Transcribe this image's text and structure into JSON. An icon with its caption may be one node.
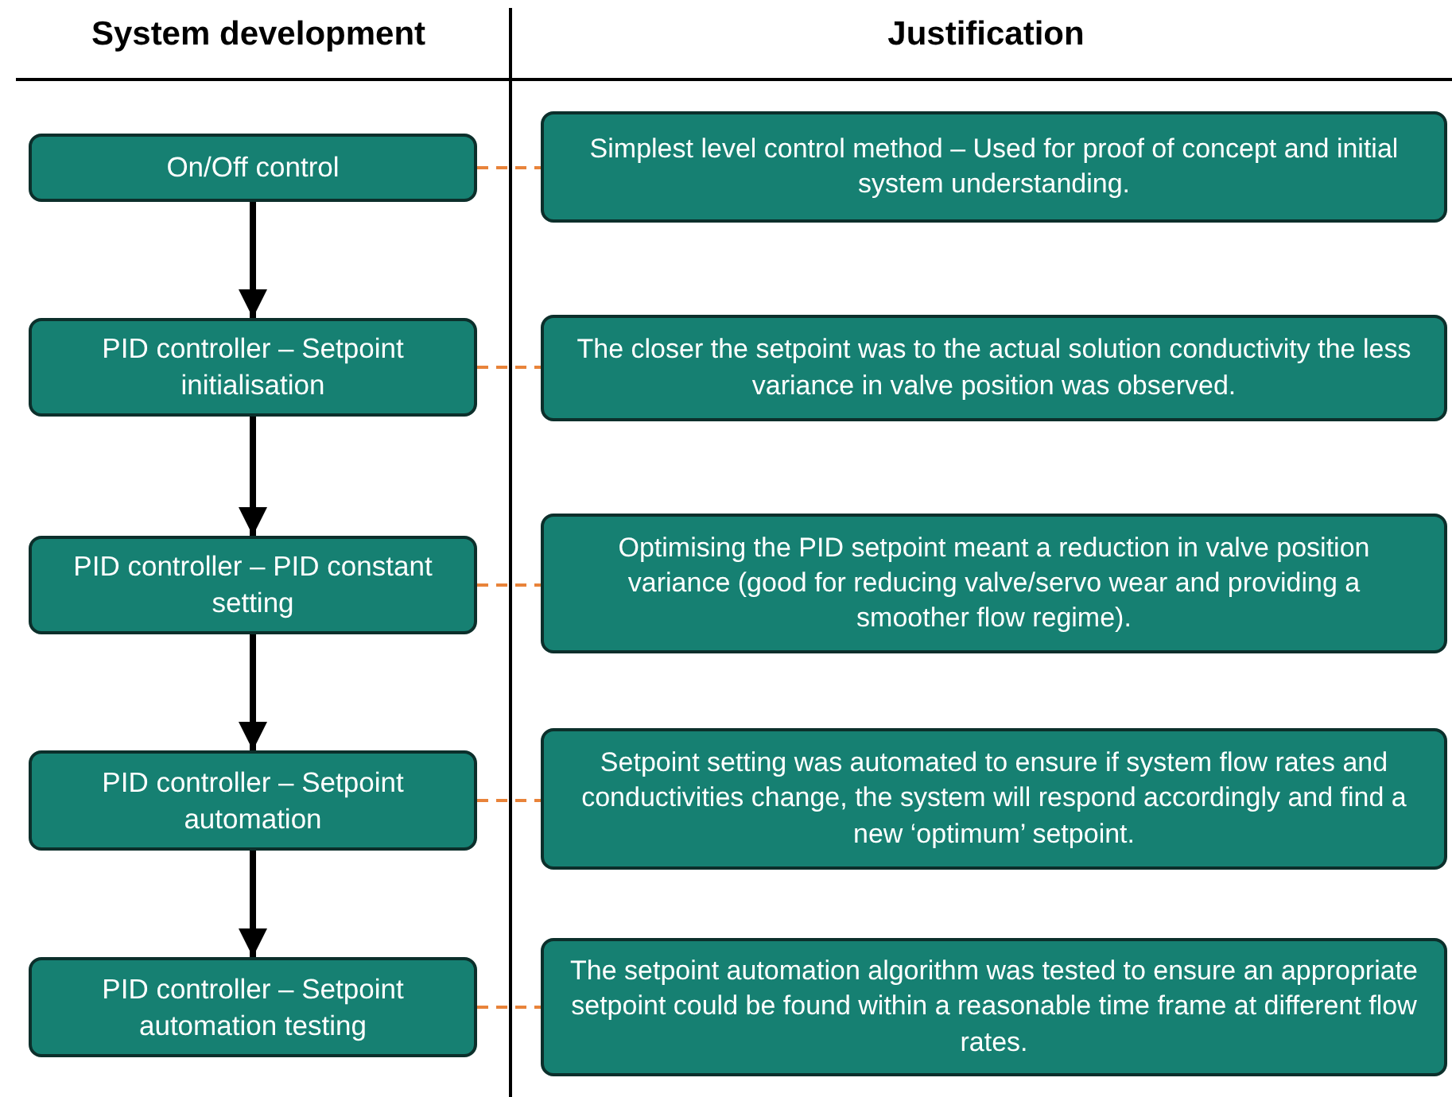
{
  "diagram": {
    "nodes": [
      {
        "text": [
          "On/Off control"
        ]
      },
      {
        "text": [
          "Simplest level control method – Used for proof of concept and initial system understanding."
        ]
      },
      {
        "text": [
          "PID controller – Setpoint initialisation"
        ]
      },
      {
        "text": [
          "The closer the setpoint was to the actual solution conductivity the less variance in valve position was observed."
        ]
      },
      {
        "text": [
          "PID controller – PID constant setting"
        ]
      },
      {
        "text": [
          "Optimising the PID setpoint meant a reduction in valve position variance (good for reducing valve/servo wear and providing a smoother flow regime)."
        ]
      },
      {
        "text": [
          "PID controller – Setpoint automation"
        ]
      },
      {
        "text": [
          "Setpoint setting was automated to ensure if system flow rates and conductivities change, the system will respond accordingly and find a new ‘optimum’ setpoint."
        ]
      },
      {
        "text": [
          "PID controller – Setpoint automation testing"
        ]
      },
      {
        "text": [
          "The setpoint automation algorithm was tested to ensure an appropriate setpoint could be found within a reasonable time frame at different flow rates."
        ]
      }
    ],
    "edges": [
      {
        "from": 0,
        "to": 2,
        "arrow": "to",
        "style": "thick",
        "color": "#000000"
      },
      {
        "from": 2,
        "to": 4,
        "arrow": "to",
        "style": "thick",
        "color": "#000000"
      },
      {
        "from": 4,
        "to": 6,
        "arrow": "to",
        "style": "thick",
        "color": "#000000"
      },
      {
        "from": 6,
        "to": 8,
        "arrow": "to",
        "style": "thick",
        "color": "#000000"
      },
      {
        "from": 0,
        "to": 1,
        "arrow": "none",
        "style": "dashed"
      },
      {
        "from": 2,
        "to": 3,
        "arrow": "none",
        "style": "dashed"
      },
      {
        "from": 4,
        "to": 5,
        "arrow": "none",
        "style": "dashed"
      },
      {
        "from": 6,
        "to": 7,
        "arrow": "none",
        "style": "dashed"
      },
      {
        "from": 8,
        "to": 9,
        "arrow": "none",
        "style": "dashed"
      }
    ],
    "labels": [
      "System development",
      "Justification"
    ]
  }
}
